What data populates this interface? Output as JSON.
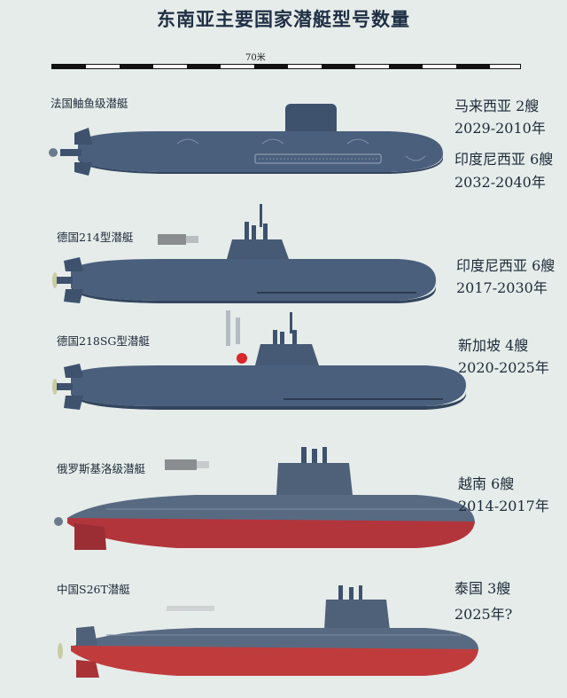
{
  "title": "东南亚主要国家潜艇型号数量",
  "scale": {
    "label": "70米"
  },
  "submarines": [
    {
      "name": "法国鲉鱼级潜艇",
      "info": [
        {
          "text": "马来西亚 2艘",
          "bold": false
        },
        {
          "text": "2029-2010年",
          "bold": false
        },
        {
          "text": "印度尼西亚 6艘",
          "bold": true
        },
        {
          "text": "2032-2040年",
          "bold": true
        }
      ]
    },
    {
      "name": "德国214型潜艇",
      "info": [
        {
          "text": "印度尼西亚 6艘",
          "bold": false
        },
        {
          "text": "2017-2030年",
          "bold": false
        }
      ]
    },
    {
      "name": "德国218SG型潜艇",
      "info": [
        {
          "text": "新加坡  4艘",
          "bold": false
        },
        {
          "text": "2020-2025年",
          "bold": false
        }
      ]
    },
    {
      "name": "俄罗斯基洛级潜艇",
      "info": [
        {
          "text": "越南  6艘",
          "bold": false
        },
        {
          "text": "2014-2017年",
          "bold": false
        }
      ]
    },
    {
      "name": "中国S26T潜艇",
      "info": [
        {
          "text": "泰国 3艘",
          "bold": true
        },
        {
          "text": "2025年?",
          "bold": true
        }
      ]
    }
  ],
  "colors": {
    "background": "#e6ecea",
    "hull_blue": "#465a76",
    "hull_dark": "#33455e",
    "hull_red": "#b3353c",
    "scorpene_hull": "#4a5f7c"
  }
}
